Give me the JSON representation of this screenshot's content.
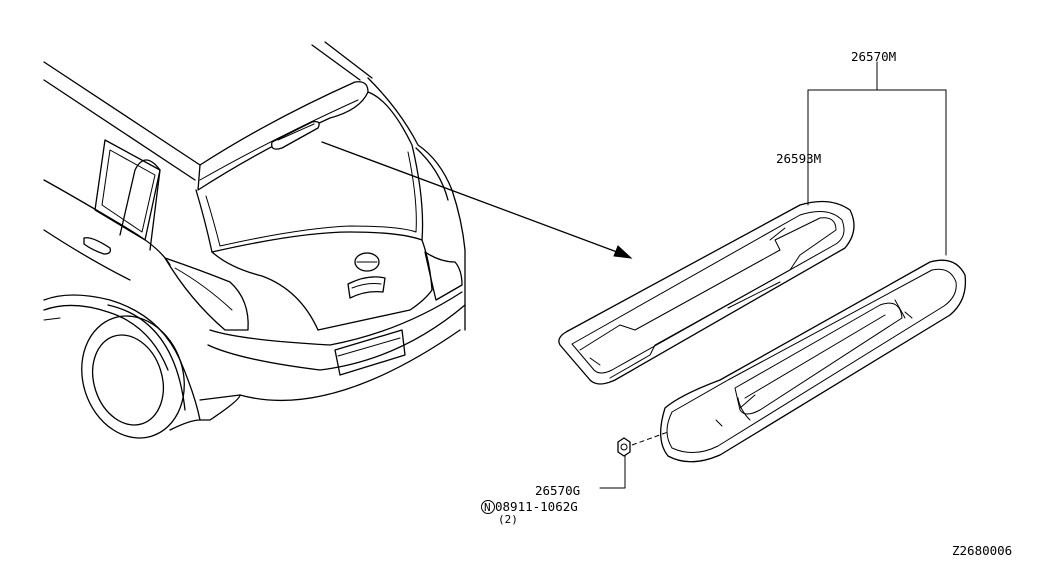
{
  "labels": {
    "assembly": "26570M",
    "lens": "26593M",
    "bulb_socket": "26570G",
    "nut_prefix": "N",
    "nut_part": "08911-1062G",
    "nut_qty": "(2)",
    "drawing_id": "Z2680006"
  },
  "icons": {
    "nut_marker": "circled-n-icon"
  }
}
